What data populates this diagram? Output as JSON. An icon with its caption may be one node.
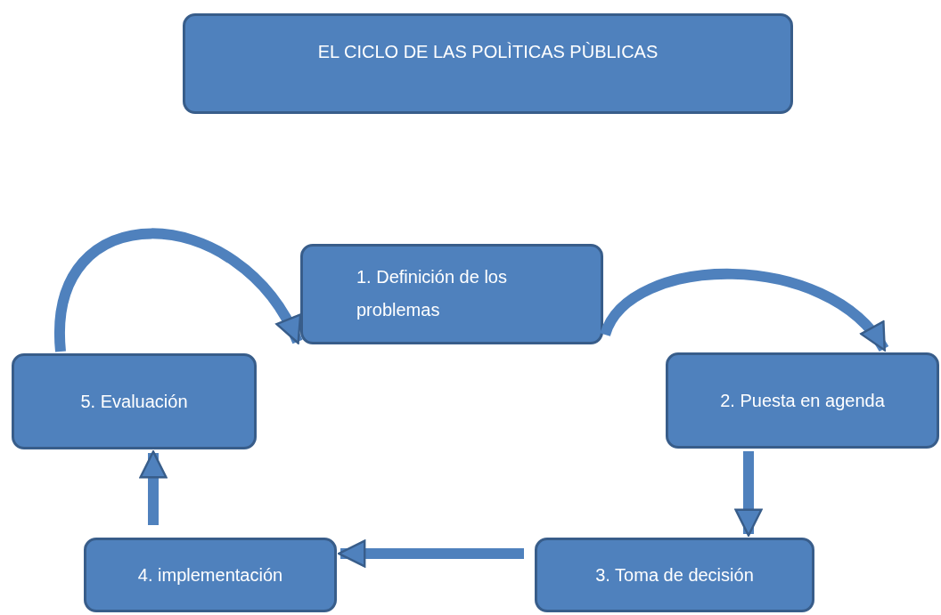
{
  "diagram": {
    "nodes": [
      {
        "text": [
          "EL CICLO DE LAS POLÌTICAS PÙBLICAS"
        ]
      },
      {
        "text": [
          "1. Definición de los problemas"
        ]
      },
      {
        "text": [
          "2. Puesta en agenda"
        ]
      },
      {
        "text": [
          "3. Toma de decisión"
        ]
      },
      {
        "text": [
          "4. implementación"
        ]
      },
      {
        "text": [
          "5. Evaluación"
        ]
      }
    ],
    "edges": [
      {
        "from": 1,
        "to": 2,
        "arrow": "to"
      },
      {
        "from": 2,
        "to": 3,
        "arrow": "to"
      },
      {
        "from": 3,
        "to": 4,
        "arrow": "to"
      },
      {
        "from": 4,
        "to": 5,
        "arrow": "to"
      },
      {
        "from": 5,
        "to": 1,
        "arrow": "to"
      }
    ]
  }
}
